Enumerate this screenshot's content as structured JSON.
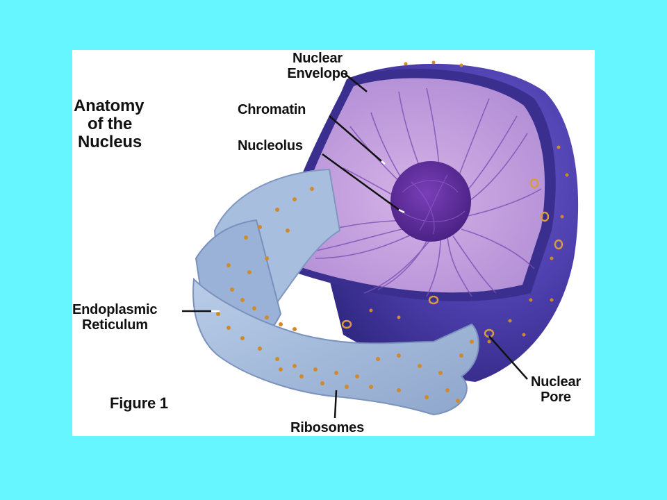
{
  "diagram": {
    "title_lines": [
      "Anatomy",
      "of the",
      "Nucleus"
    ],
    "figure_caption": "Figure 1",
    "labels": {
      "nuclear_envelope": [
        "Nuclear",
        "Envelope"
      ],
      "chromatin": "Chromatin",
      "nucleolus": "Nucleolus",
      "endoplasmic_reticulum": [
        "Endoplasmic",
        "Reticulum"
      ],
      "nuclear_pore": [
        "Nuclear",
        "Pore"
      ],
      "ribosomes": "Ribosomes"
    }
  },
  "colors": {
    "background": "#66f6ff",
    "panel": "#ffffff",
    "nucleus_shell": "#4b3ea3",
    "nucleus_interior": "#c7a4dd",
    "nucleolus": "#5b2e96",
    "endoplasmic_reticulum": "#9fb6d8",
    "ribosome": "#d08a2e"
  }
}
